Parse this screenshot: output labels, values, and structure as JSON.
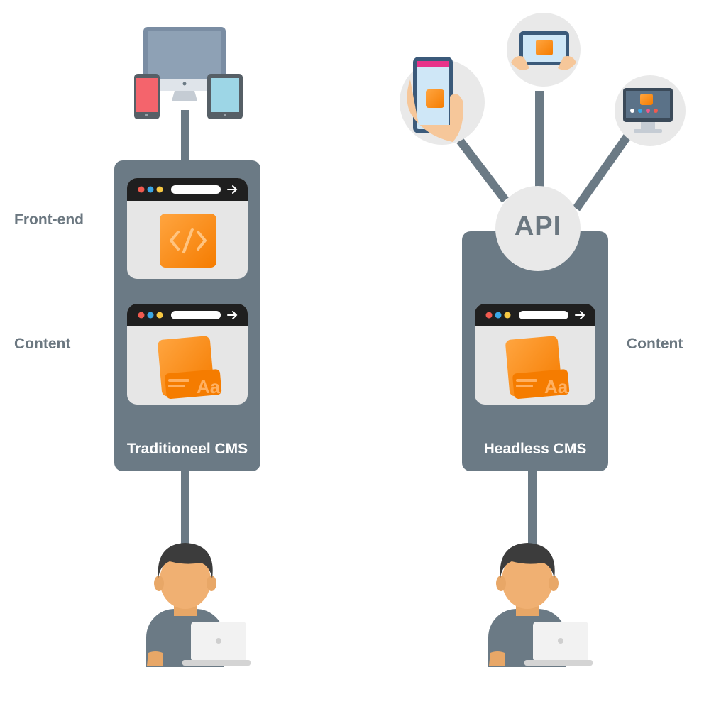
{
  "labels": {
    "front_end": "Front-end",
    "content_left": "Content",
    "content_right": "Content",
    "traditional_cms": "Traditioneel CMS",
    "headless_cms": "Headless CMS",
    "api": "API"
  },
  "icons": {
    "devices": "devices-icon",
    "code": "code-icon",
    "content": "content-icon",
    "user": "user-with-laptop-icon",
    "phone": "smartphone-icon",
    "tablet": "tablet-icon",
    "desktop": "desktop-icon"
  },
  "colors": {
    "panel": "#6b7a85",
    "connector": "#6b7a85",
    "browser_bar": "#1f1f1f",
    "browser_body": "#e6e6e6",
    "accent_orange": "#ff8c1a",
    "circle_bg": "#e9e9e9",
    "text_gray": "#6b7780"
  }
}
